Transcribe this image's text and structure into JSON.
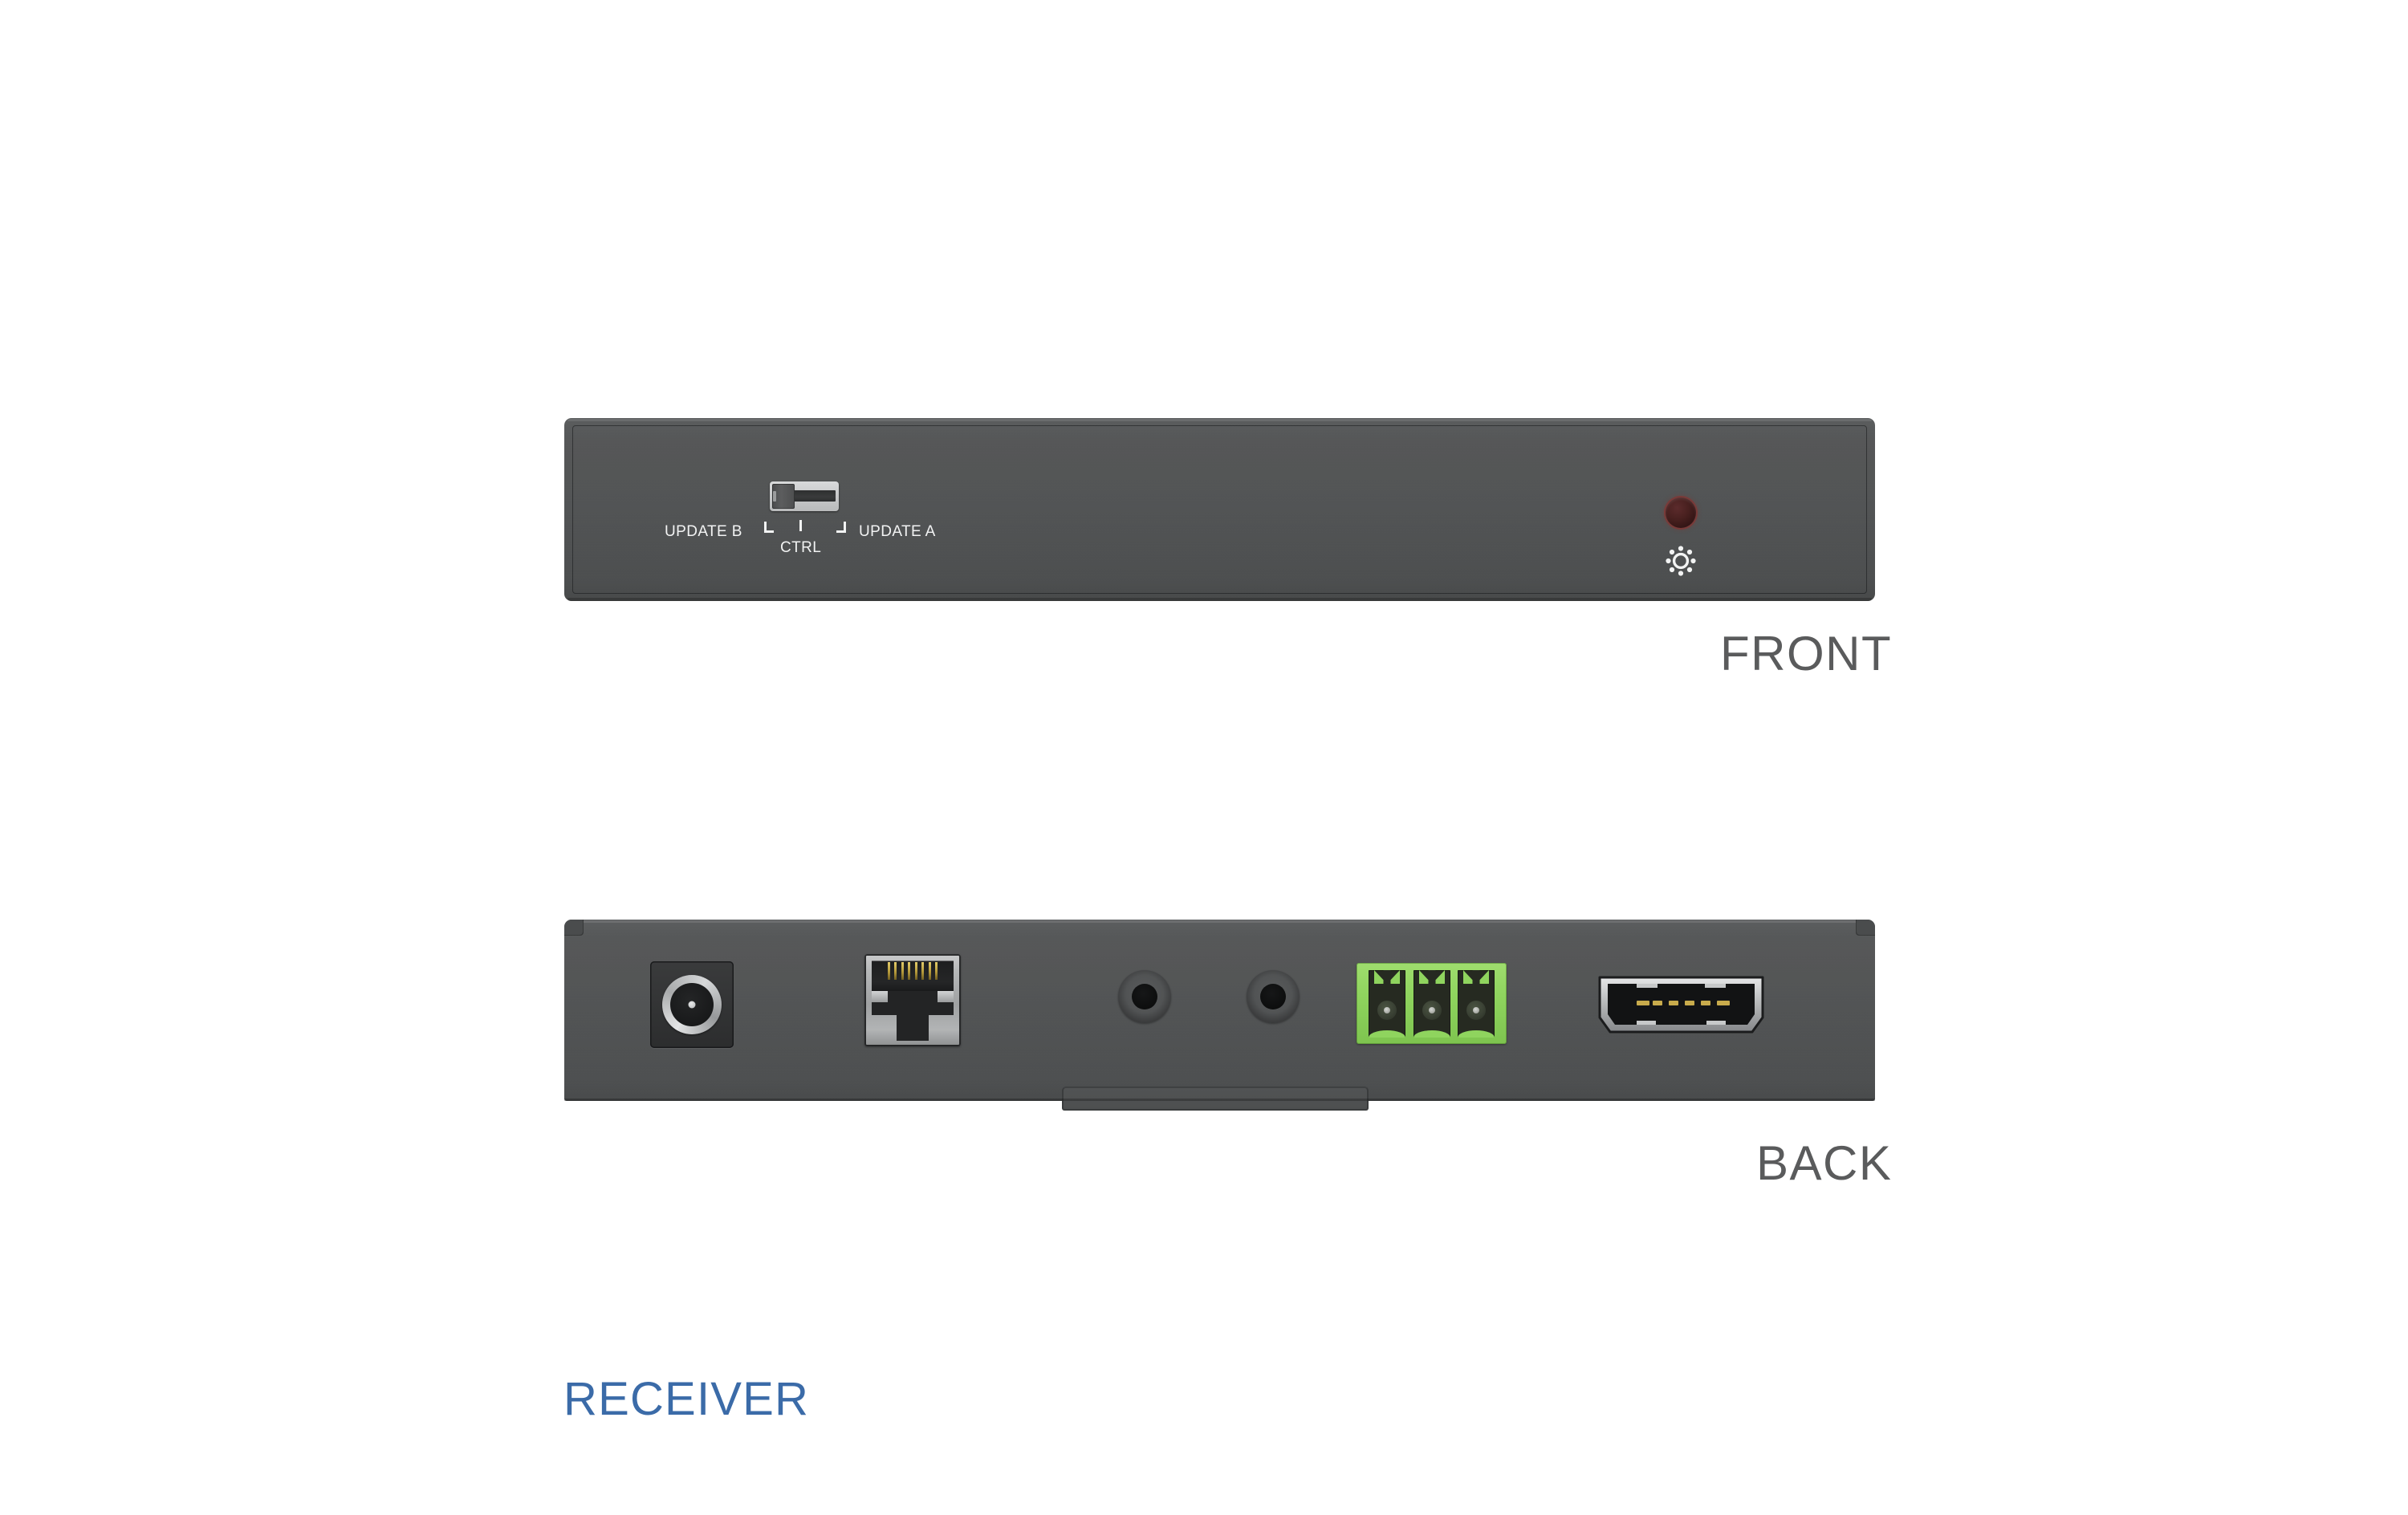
{
  "document": {
    "title": "RECEIVER",
    "background_color": "#ffffff"
  },
  "views": [
    {
      "id": "front",
      "label": "FRONT"
    },
    {
      "id": "back",
      "label": "BACK"
    }
  ],
  "labels": {
    "front": "FRONT",
    "back": "BACK",
    "receiver": "RECEIVER"
  },
  "colors": {
    "chassis": "#515354",
    "chassis_light": "#5b5d5e",
    "chassis_dark": "#474949",
    "silkscreen_text": "#f2f3f3",
    "view_label_text": "#5a5b5c",
    "receiver_text": "#3b6ba8",
    "terminal_block_green": "#8fd45e",
    "led_red": "#48201f",
    "led_ring": "#7a3a38",
    "gold_pin": "#b79b3c",
    "metal_silver": "#b6b8b9"
  },
  "front_panel": {
    "name": "front view of receiver chassis",
    "switch": {
      "name": "CTRL slide switch",
      "type": "3-position slide switch",
      "position": "left",
      "left_label": "UPDATE B",
      "center_label": "CTRL",
      "right_label": "UPDATE A"
    },
    "indicator": {
      "name": "power / status LED",
      "color": "#48201f",
      "icon": "brightness-icon"
    }
  },
  "back_panel": {
    "name": "rear view of receiver chassis",
    "connectors": [
      {
        "id": "dc-power",
        "name": "dc-power-jack",
        "icon": "dc-barrel-jack-icon"
      },
      {
        "id": "ethernet",
        "name": "rj45-ethernet-port",
        "icon": "rj45-icon",
        "pin_count": 8
      },
      {
        "id": "audio-jack-1",
        "name": "audio-jack-1",
        "icon": "audio-jack-icon"
      },
      {
        "id": "audio-jack-2",
        "name": "audio-jack-2",
        "icon": "audio-jack-icon"
      },
      {
        "id": "terminal-block",
        "name": "3-pin-terminal-block",
        "icon": "terminal-block-icon",
        "pin_count": 3
      },
      {
        "id": "hdmi",
        "name": "hdmi-port",
        "icon": "hdmi-icon",
        "pin_count": 8
      }
    ],
    "mounting_tab": {
      "name": "bottom-mounting-tab"
    }
  }
}
